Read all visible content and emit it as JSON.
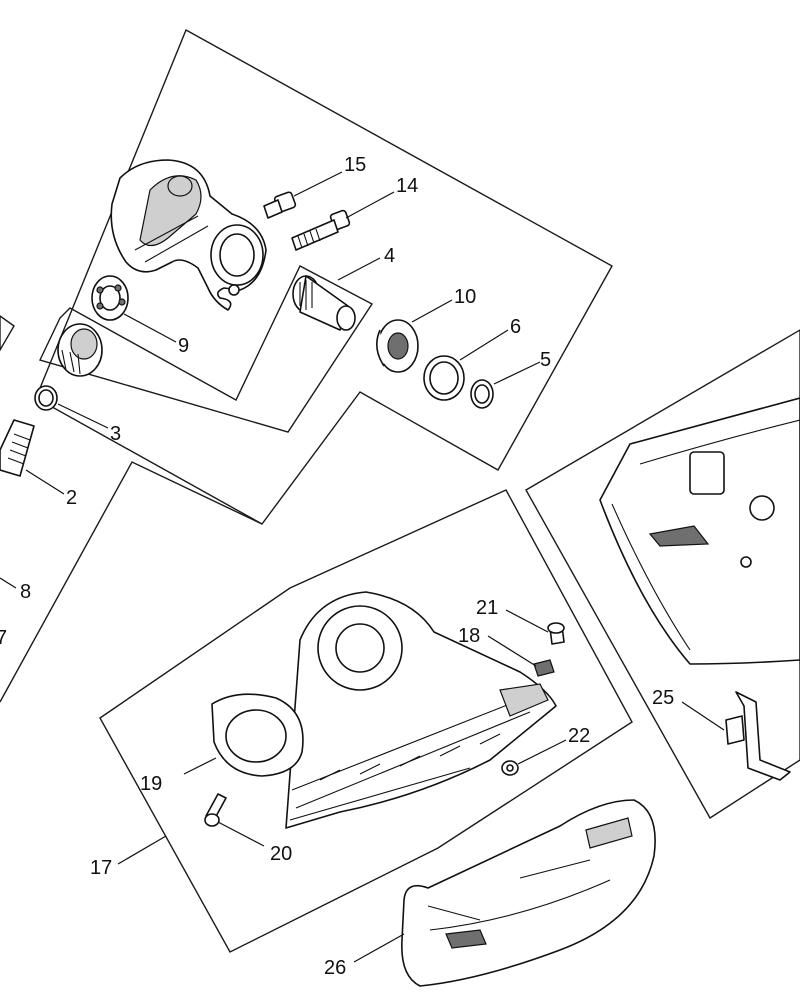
{
  "diagram": {
    "callouts": {
      "c2": "2",
      "c3": "3",
      "c4": "4",
      "c5": "5",
      "c6": "6",
      "c7": "7",
      "c8": "8",
      "c9": "9",
      "c10": "10",
      "c14": "14",
      "c15": "15",
      "c17": "17",
      "c18": "18",
      "c19": "19",
      "c20": "20",
      "c21": "21",
      "c22": "22",
      "c25": "25",
      "c26": "26"
    }
  }
}
